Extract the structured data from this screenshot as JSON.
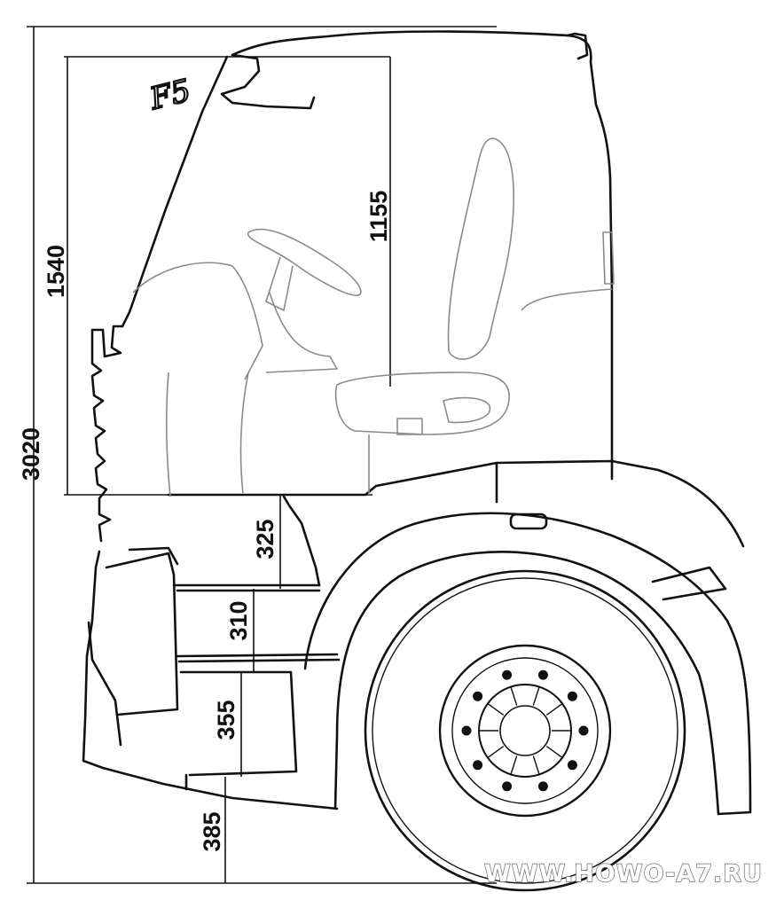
{
  "dimensions": {
    "overall_height": "3020",
    "windshield_height": "1540",
    "seat_to_roof": "1155",
    "upper_step": "325",
    "middle_step": "310",
    "lower_step": "355",
    "ground_to_step": "385"
  },
  "handwritten_mark": "F5",
  "watermark": "WWW.HOWO-A7.RU",
  "colors": {
    "outline": "#111111",
    "interior": "#8a8a8a",
    "background": "#ffffff"
  }
}
